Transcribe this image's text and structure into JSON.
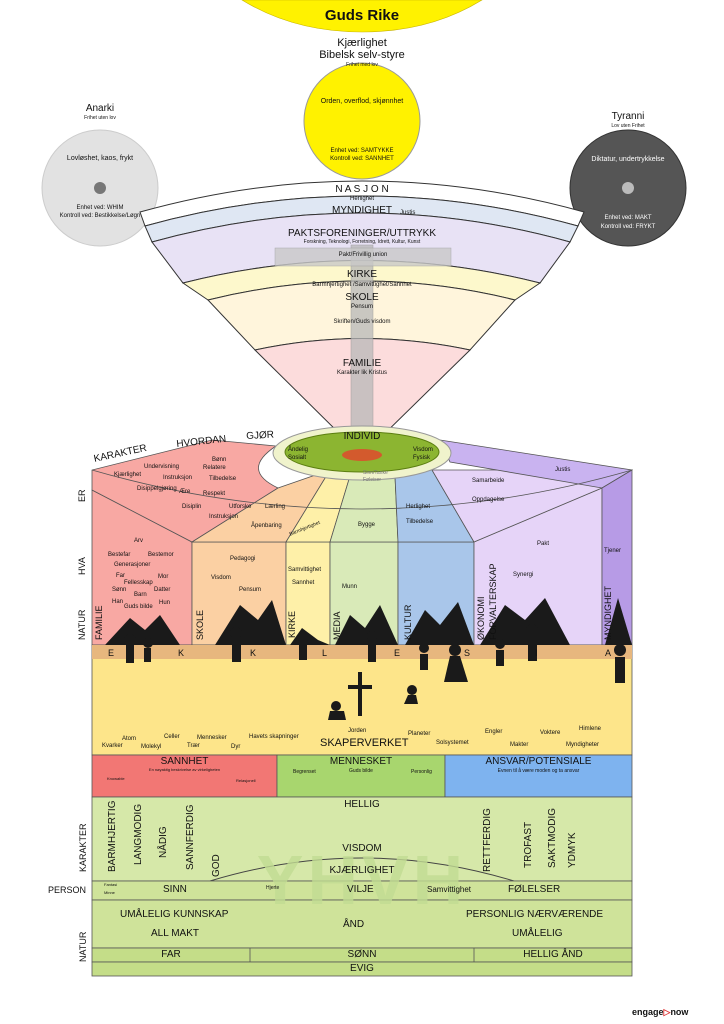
{
  "title": "Guds Rike",
  "top_circle": {
    "heading1": "Kjærlighet",
    "heading2": "Bibelsk selv-styre",
    "sub": "Frihet med lov",
    "inner": "Orden, overflod, skjønnhet",
    "line1": "Enhet ved: SAMTYKKE",
    "line2": "Kontroll ved: SANNHET"
  },
  "anarki": {
    "heading": "Anarki",
    "sub": "Frihet uten lov",
    "inner": "Lovløshet, kaos, frykt",
    "line1": "Enhet ved: WHIM",
    "line2": "Kontroll ved: Bestikkelse/Løgn"
  },
  "tyranni": {
    "heading": "Tyranni",
    "sub": "Lov uten Frihet",
    "inner": "Diktatur, undertrykkelse",
    "line1": "Enhet ved: MAKT",
    "line2": "Kontroll ved: FRYKT"
  },
  "funnel": {
    "nasjon": "N A S J O N",
    "nasjon_sub": "Herlighet",
    "myndighet": "MYNDIGHET",
    "myndighet_sub": "Justis",
    "pakt": "PAKTSFORENINGER/UTTRYKK",
    "pakt_sub": "Forskning, Teknologi, Forretning, Idrett, Kultur, Kunst",
    "pakt_box": "Pakt/Frivillig union",
    "kirke": "KIRKE",
    "kirke_sub": "Barmhjertighet /Samvittighet/Sannhet",
    "skole": "SKOLE",
    "skole_sub1": "Pensum",
    "skole_sub2": "Skriften/Guds visdom",
    "familie": "FAMILIE",
    "familie_sub": "Karakter lik Kristus"
  },
  "individ": {
    "title": "INDIVID",
    "left1": "Åndelig",
    "left2": "Sosialt",
    "right1": "Visdom",
    "right2": "Fysisk",
    "below1": "Sinn/Tanke",
    "below2": "Føleiser"
  },
  "diag_labels": {
    "karakter": "KARAKTER",
    "hvordan": "HVORDAN",
    "gjor": "GJØR"
  },
  "row_labels": {
    "er": "ER",
    "hva": "HVA",
    "natur": "NATUR"
  },
  "familie_col": {
    "words_top": [
      "Bønn",
      "Undervisning",
      "Relatere",
      "Kjærlighet",
      "Instruksjon",
      "Tilbedelse",
      "Disippelgjøring",
      "Ære",
      "Respekt",
      "Disiplin"
    ],
    "words_mid": [
      "Arv",
      "Bestefar",
      "Bestemor",
      "Generasjoner",
      "Far",
      "Mor",
      "Fellesskap",
      "Sønn",
      "Datter",
      "Barn",
      "Han",
      "Hun",
      "Guds bilde"
    ],
    "label": "FAMILIE"
  },
  "skole_col": {
    "words_top": [
      "Utforske",
      "Lærling",
      "Instruksjon",
      "Åpenbaring"
    ],
    "words_mid": [
      "Pedagogi",
      "Visdom",
      "Pensum"
    ],
    "label": "SKOLE"
  },
  "kirke_col": {
    "words_top": [
      "Barmhjertighet"
    ],
    "words_mid": [
      "Samvittighet",
      "Sannhet"
    ],
    "label": "KIRKE"
  },
  "media_col": {
    "words_top": [
      "Bygge"
    ],
    "words_mid": [
      "Munn"
    ],
    "label": "MEDIA"
  },
  "kultur_col": {
    "words_top": [
      "Herlighet",
      "Tilbedelse"
    ],
    "label": "KULTUR"
  },
  "okonomi_col": {
    "words_top": [
      "Samarbeide",
      "Oppdagelse"
    ],
    "words_mid": [
      "Pakt",
      "Synergi"
    ],
    "label1": "ØKONOMI",
    "label2": "FORVALTERSKAP"
  },
  "myndighet_col": {
    "words_top": [
      "Justis"
    ],
    "words_mid": [
      "Tjener"
    ],
    "label": "MYNDIGHET"
  },
  "ekklesia": [
    "E",
    "K",
    "K",
    "L",
    "E",
    "S",
    "I",
    "A"
  ],
  "skaperverket": {
    "title": "SKAPERVERKET",
    "words": [
      "Atom",
      "Celler",
      "Mennesker",
      "Havets skapninger",
      "Jorden",
      "Planeter",
      "Engler",
      "Voktere",
      "Himlene",
      "Kvarker",
      "Molekyl",
      "Trær",
      "Dyr",
      "Solsystemet",
      "Makter",
      "Myndigheter"
    ]
  },
  "sannhet": {
    "title": "SANNHET",
    "sub": "En nøyaktig beskrivelse av virkeligheten",
    "left": "Knowable",
    "right": "Relasjonell"
  },
  "mennesket": {
    "title": "MENNESKET",
    "sub": "Guds bilde",
    "left": "Begrenset",
    "right": "Personlig"
  },
  "ansvar": {
    "title": "ANSVAR/POTENSIALE",
    "sub": "Evnen til å være moden og ta ansvar"
  },
  "character": {
    "label": "KARAKTER",
    "hellig": "HELLIG",
    "visdom": "VISDOM",
    "kjaerlighet": "KJÆRLIGHET",
    "watermark": "YHVH",
    "left_words": [
      "BARMHJERTIG",
      "LANGMODIG",
      "NÅDIG",
      "SANNFERDIG",
      "GOD"
    ],
    "right_words": [
      "RETTFERDIG",
      "TROFAST",
      "SAKTMODIG",
      "YDMYK"
    ]
  },
  "person_row": {
    "label": "PERSON",
    "fantasi": "Fantasi",
    "minne": "Minne",
    "sinn": "SINN",
    "hjerte": "Hjerte",
    "vilje": "VILJE",
    "samvittighet": "Samvittighet",
    "folelser": "FØLELSER"
  },
  "natur_row": {
    "label": "NATUR",
    "left1": "UMÅLELIG KUNNSKAP",
    "left2": "ALL MAKT",
    "mid": "ÅND",
    "right1": "PERSONLIG NÆRVÆRENDE",
    "right2": "UMÅLELIG"
  },
  "trinity": {
    "far": "FAR",
    "sonn": "SØNN",
    "hellig_and": "HELLIG ÅND"
  },
  "evig": "EVIG",
  "logo": {
    "text": "engage",
    "text2": "now"
  },
  "colors": {
    "gold": "#fff200",
    "familie": "#f8a8a3",
    "skole": "#fbd0a3",
    "kirke": "#fef0a8",
    "media": "#d9eab8",
    "kultur": "#a9c6ea",
    "okonomi": "#e6d4f8",
    "myndighet": "#b79be6",
    "ground": "#fde58a",
    "sannhet": "#f27774",
    "mennesket": "#a8d66e",
    "ansvar": "#7eb3ef",
    "green": "#d2e6a2"
  }
}
